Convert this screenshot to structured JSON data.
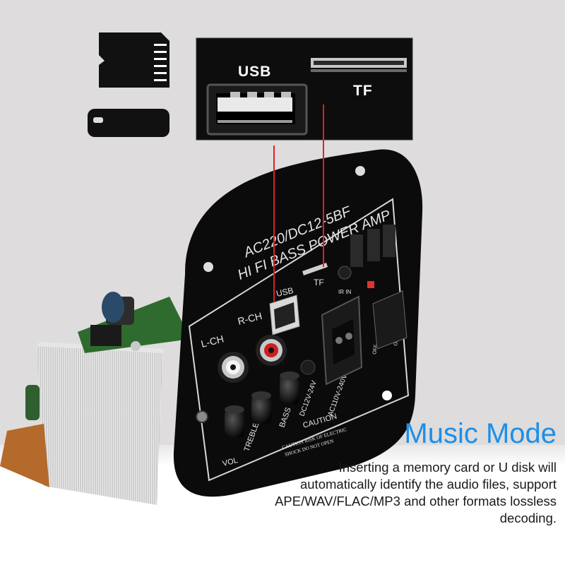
{
  "inset": {
    "usb_label": "USB",
    "tf_label": "TF"
  },
  "panel": {
    "model": "AC220/DC12-5BF",
    "name": "HI FI BASS POWER AMP",
    "usb": "USB",
    "tf": "TF",
    "l_ch": "L-CH",
    "r_ch": "R-CH",
    "vol": "VOL",
    "treble": "TREBLE",
    "bass": "BASS",
    "power_dc": "DC12V-24V",
    "power_ac": "AC110V-240V",
    "caution": "CAUTION",
    "caution_sub1": "CAUTION RISK OF ELECTRIC",
    "caution_sub2": "SHOCK DO NOT OPEN",
    "ir_in": "IR IN",
    "on": "ON",
    "off": "OFF"
  },
  "text": {
    "headline": "Music Mode",
    "description": "Inserting a memory card or U disk will automatically identify the audio files, support APE/WAV/FLAC/MP3 and other formats lossless decoding."
  },
  "colors": {
    "headline": "#1d8fe8",
    "panel": "#111111",
    "guide_line": "#e02020",
    "background": "#dedcdc"
  },
  "icons": [
    "micro-sd-card-icon",
    "usb-flash-drive-icon"
  ]
}
